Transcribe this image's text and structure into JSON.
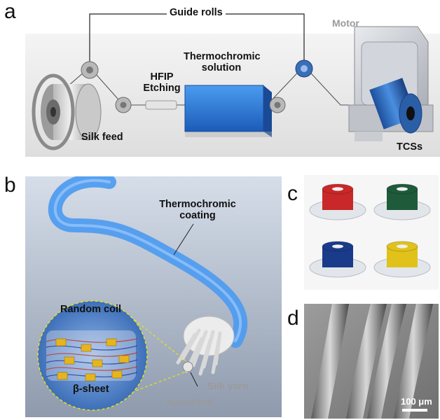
{
  "panels": {
    "a": {
      "letter": "a",
      "labels": {
        "guide_rolls": "Guide rolls",
        "motor": "Motor",
        "thermochromic_solution": "Thermochromic solution",
        "hfip_etching": "HFIP Etching",
        "silk_feed": "Silk feed",
        "tcss": "TCSs"
      }
    },
    "b": {
      "letter": "b",
      "labels": {
        "thermochromic_coating": "Thermochromic coating",
        "random_coil": "Random coil",
        "beta_sheet": "β-sheet",
        "nanofibril": "Nanofibril",
        "silk_yarn": "Silk yarn"
      }
    },
    "c": {
      "letter": "c",
      "spool_colors": [
        "#c8282a",
        "#1f5a3a",
        "#1a3a8a",
        "#e0c21a"
      ]
    },
    "d": {
      "letter": "d",
      "scale_bar": "100 μm"
    }
  },
  "colors": {
    "solution_blue": "#2f7ed8",
    "yarn_blue": "#3a8ee8",
    "panel_b_bg": "#c9d5e3",
    "sem_grey": "#8a8a8a"
  }
}
